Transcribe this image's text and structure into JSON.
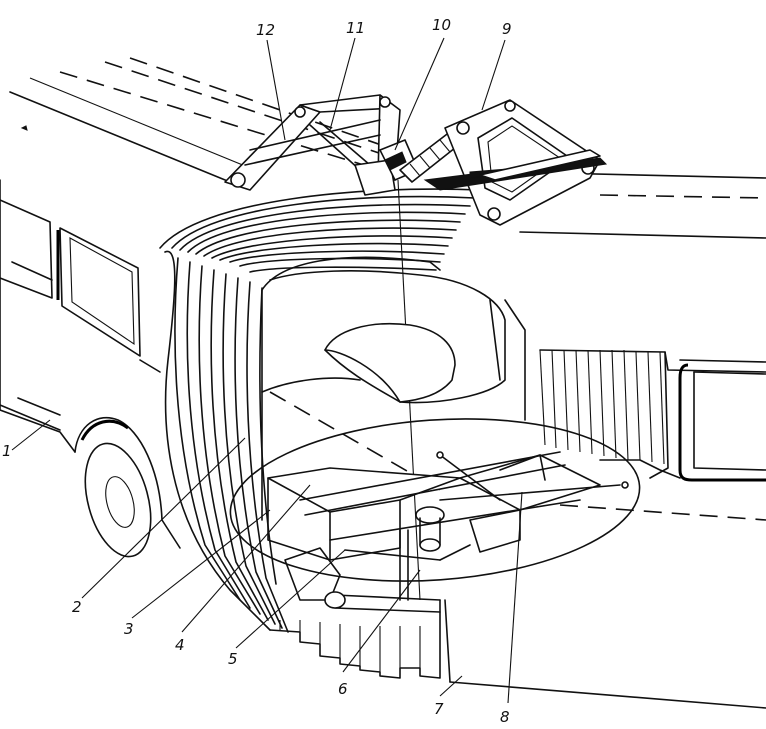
{
  "diagram": {
    "callouts": [
      {
        "id": "1",
        "text": "1"
      },
      {
        "id": "2",
        "text": "2"
      },
      {
        "id": "3",
        "text": "3"
      },
      {
        "id": "4",
        "text": "4"
      },
      {
        "id": "5",
        "text": "5"
      },
      {
        "id": "6",
        "text": "6"
      },
      {
        "id": "7",
        "text": "7"
      },
      {
        "id": "8",
        "text": "8"
      },
      {
        "id": "9",
        "text": "9"
      },
      {
        "id": "10",
        "text": "10"
      },
      {
        "id": "11",
        "text": "11"
      },
      {
        "id": "12",
        "text": "12"
      }
    ],
    "colors": {
      "ink": "#111111",
      "paper": "#ffffff"
    }
  }
}
